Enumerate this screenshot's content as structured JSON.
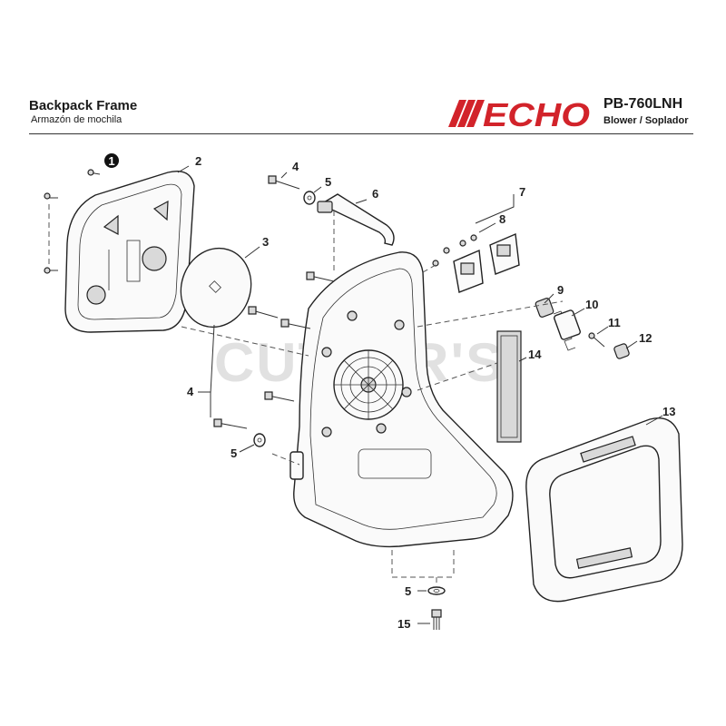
{
  "header": {
    "title_en": "Backpack Frame",
    "title_es": "Armazón de mochila",
    "brand": "ECHO",
    "model": "PB-760LNH",
    "model_desc": "Blower / Soplador"
  },
  "watermark": "CUTTER'S",
  "callouts": [
    {
      "label": "1",
      "part": "filled-circle-marker"
    },
    {
      "label": "2",
      "part": "rear-cover"
    },
    {
      "label": "3",
      "part": "gasket"
    },
    {
      "label": "4",
      "part": "bolt"
    },
    {
      "label": "5",
      "part": "washer"
    },
    {
      "label": "6",
      "part": "handle"
    },
    {
      "label": "7",
      "part": "bracket-assembly"
    },
    {
      "label": "8",
      "part": "screw"
    },
    {
      "label": "9",
      "part": "damper"
    },
    {
      "label": "10",
      "part": "spring"
    },
    {
      "label": "11",
      "part": "screw"
    },
    {
      "label": "12",
      "part": "nut"
    },
    {
      "label": "13",
      "part": "cover"
    },
    {
      "label": "14",
      "part": "pad"
    },
    {
      "label": "15",
      "part": "bolt"
    }
  ],
  "colors": {
    "logo_red": "#d2232a",
    "line": "#333333"
  }
}
